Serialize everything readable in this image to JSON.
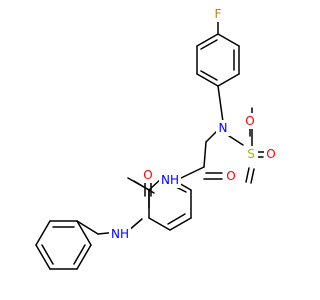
{
  "molecule": {
    "colors": {
      "carbon": "#000000",
      "nitrogen": "#0000ff",
      "oxygen": "#ff0000",
      "sulfur": "#b2b200",
      "fluorine": "#b8860b"
    },
    "atoms": {
      "F": {
        "text": "F",
        "element": "fluorine"
      },
      "N_sulfonamide": {
        "text": "N",
        "element": "nitrogen"
      },
      "S": {
        "text": "S",
        "element": "sulfur"
      },
      "O_s1": {
        "text": "O",
        "element": "oxygen"
      },
      "O_s2": {
        "text": "O",
        "element": "oxygen"
      },
      "O_amide1": {
        "text": "O",
        "element": "oxygen"
      },
      "NH_amide1": {
        "text": "NH",
        "element": "nitrogen"
      },
      "O_amide2": {
        "text": "O",
        "element": "oxygen"
      },
      "NH_amide2": {
        "text": "NH",
        "element": "nitrogen"
      }
    }
  }
}
